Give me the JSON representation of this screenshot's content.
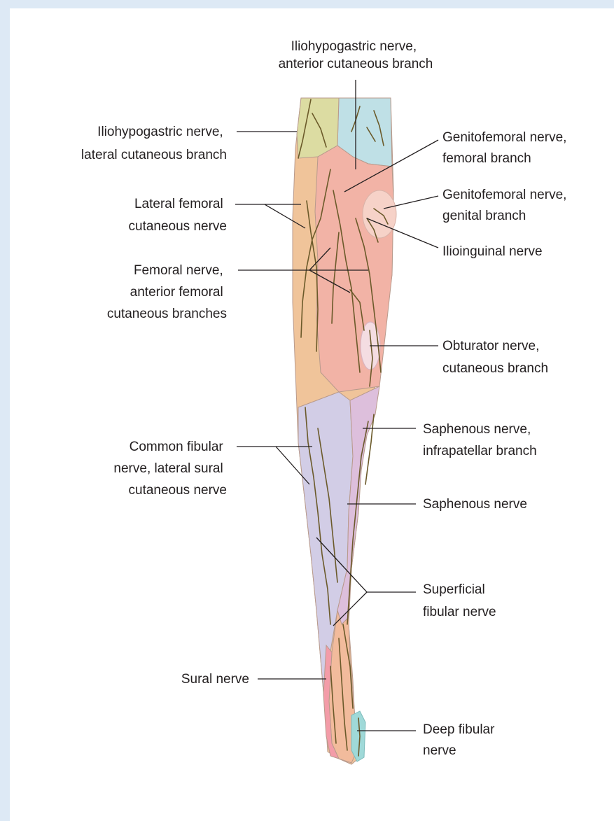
{
  "labels": {
    "iliohypogastric_anterior": [
      "Iliohypogastric nerve,",
      "anterior cutaneous branch"
    ],
    "iliohypogastric_lateral": [
      "Iliohypogastric nerve,",
      "lateral cutaneous branch"
    ],
    "lateral_femoral": [
      "Lateral femoral",
      "cutaneous nerve"
    ],
    "femoral_anterior": [
      "Femoral nerve,",
      "anterior femoral",
      "cutaneous branches"
    ],
    "genitofemoral_femoral": [
      "Genitofemoral nerve,",
      "femoral branch"
    ],
    "genitofemoral_genital": [
      "Genitofemoral nerve,",
      "genital branch"
    ],
    "ilioinguinal": [
      "Ilioinguinal nerve"
    ],
    "obturator": [
      "Obturator nerve,",
      "cutaneous branch"
    ],
    "saphenous_infrapatellar": [
      "Saphenous nerve,",
      "infrapatellar branch"
    ],
    "common_fibular": [
      "Common fibular",
      "nerve, lateral sural",
      "cutaneous nerve"
    ],
    "saphenous": [
      "Saphenous nerve"
    ],
    "superficial_fibular": [
      "Superficial",
      "fibular nerve"
    ],
    "sural": [
      "Sural nerve"
    ],
    "deep_fibular": [
      "Deep fibular",
      "nerve"
    ]
  },
  "colors": {
    "background": "#dde9f5",
    "panel": "#ffffff",
    "iliohypogastric_anterior_region": "#bfe0e6",
    "iliohypogastric_lateral_region": "#dcdca2",
    "lateral_femoral_region": "#f0c49a",
    "femoral_region": "#f2b3a6",
    "genital_region": "#f6d2c8",
    "obturator_region": "#f4dde2",
    "lower_leg_lateral_region": "#d2cde6",
    "saphenous_region": "#ddbfdc",
    "superficial_fibular_region": "#f2bb9c",
    "sural_region": "#f39ca8",
    "deep_fibular_region": "#9fd9d8",
    "nerve_line": "#6b5a2a"
  }
}
